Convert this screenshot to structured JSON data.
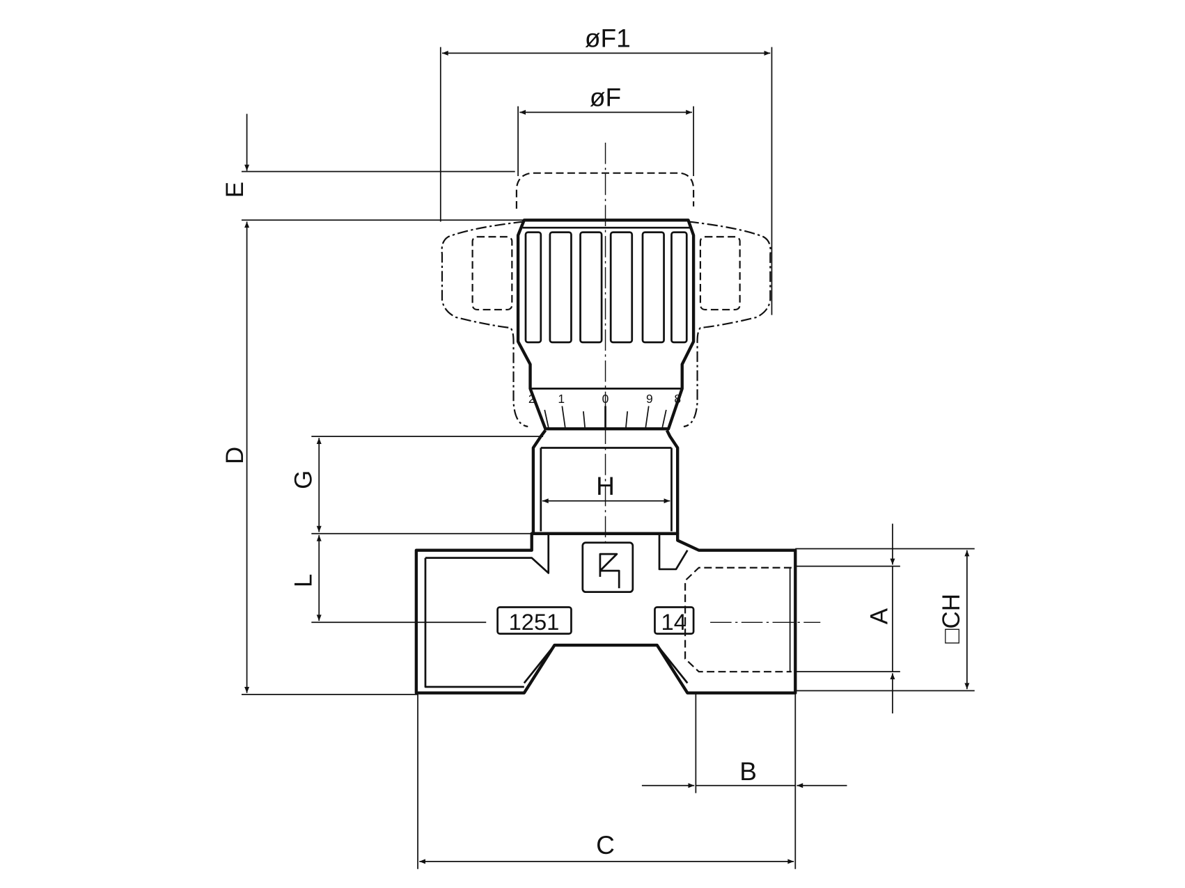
{
  "drawing": {
    "dimensions": {
      "F1": "øF1",
      "F": "øF",
      "E": "E",
      "D": "D",
      "G": "G",
      "L": "L",
      "H": "H",
      "A": "A",
      "CH": "□CH",
      "B": "B",
      "C": "C"
    },
    "body_marks": {
      "part_number": "1251",
      "size": "14"
    },
    "scale_digits": [
      "2",
      "1",
      "0",
      "9",
      "8"
    ]
  }
}
